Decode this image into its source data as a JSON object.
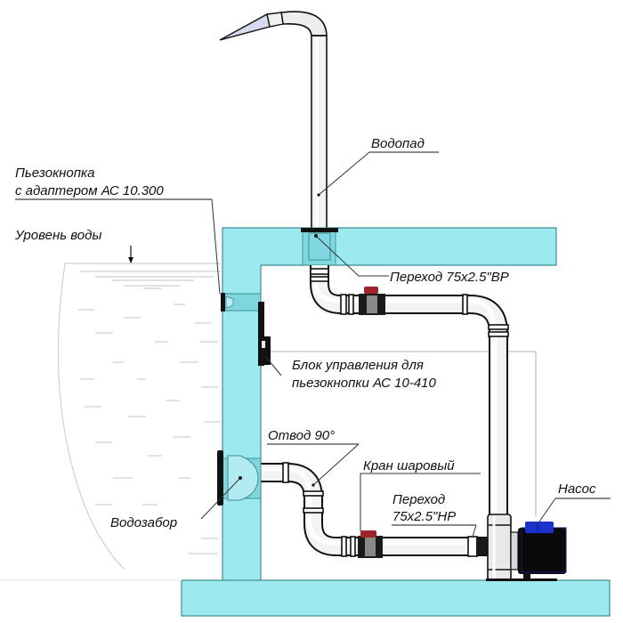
{
  "diagram": {
    "title": "Схема установки водопада с пьезокнопкой",
    "colors": {
      "wall": "#9aeaf0",
      "wall_stroke": "#3b8e94",
      "pipe": "#f2f2f2",
      "valve_handle": "#a0222a",
      "pump_motor": "#0a0a0a",
      "pump_cap": "#1a33cc",
      "water_lines": "#cfcfcf"
    },
    "labels": {
      "waterfall": "Водопад",
      "piezo_button_line1": "Пьезокнопка",
      "piezo_button_line2": "с адаптером АС 10.300",
      "water_level": "Уровень воды",
      "adapter_top": "Переход 75x2.5\"ВР",
      "control_unit_line1": "Блок управления для",
      "control_unit_line2": "пьезокнопки АС 10-410",
      "elbow": "Отвод 90°",
      "ball_valve": "Кран шаровый",
      "adapter_bottom_line1": "Переход",
      "adapter_bottom_line2": "75x2.5\"НР",
      "pump": "Насос",
      "water_intake": "Водозабор"
    },
    "components": [
      {
        "id": "waterfall",
        "name": "Водопад",
        "icon": "waterfall-spout-icon"
      },
      {
        "id": "piezo",
        "name": "Пьезокнопка",
        "icon": "button-icon"
      },
      {
        "id": "control-unit",
        "name": "Блок управления",
        "icon": "control-box-icon"
      },
      {
        "id": "ball-valve-top",
        "name": "Кран шаровый",
        "icon": "valve-icon"
      },
      {
        "id": "ball-valve-bottom",
        "name": "Кран шаровый",
        "icon": "valve-icon"
      },
      {
        "id": "pump",
        "name": "Насос",
        "icon": "pump-icon"
      },
      {
        "id": "intake",
        "name": "Водозабор",
        "icon": "intake-icon"
      }
    ]
  }
}
